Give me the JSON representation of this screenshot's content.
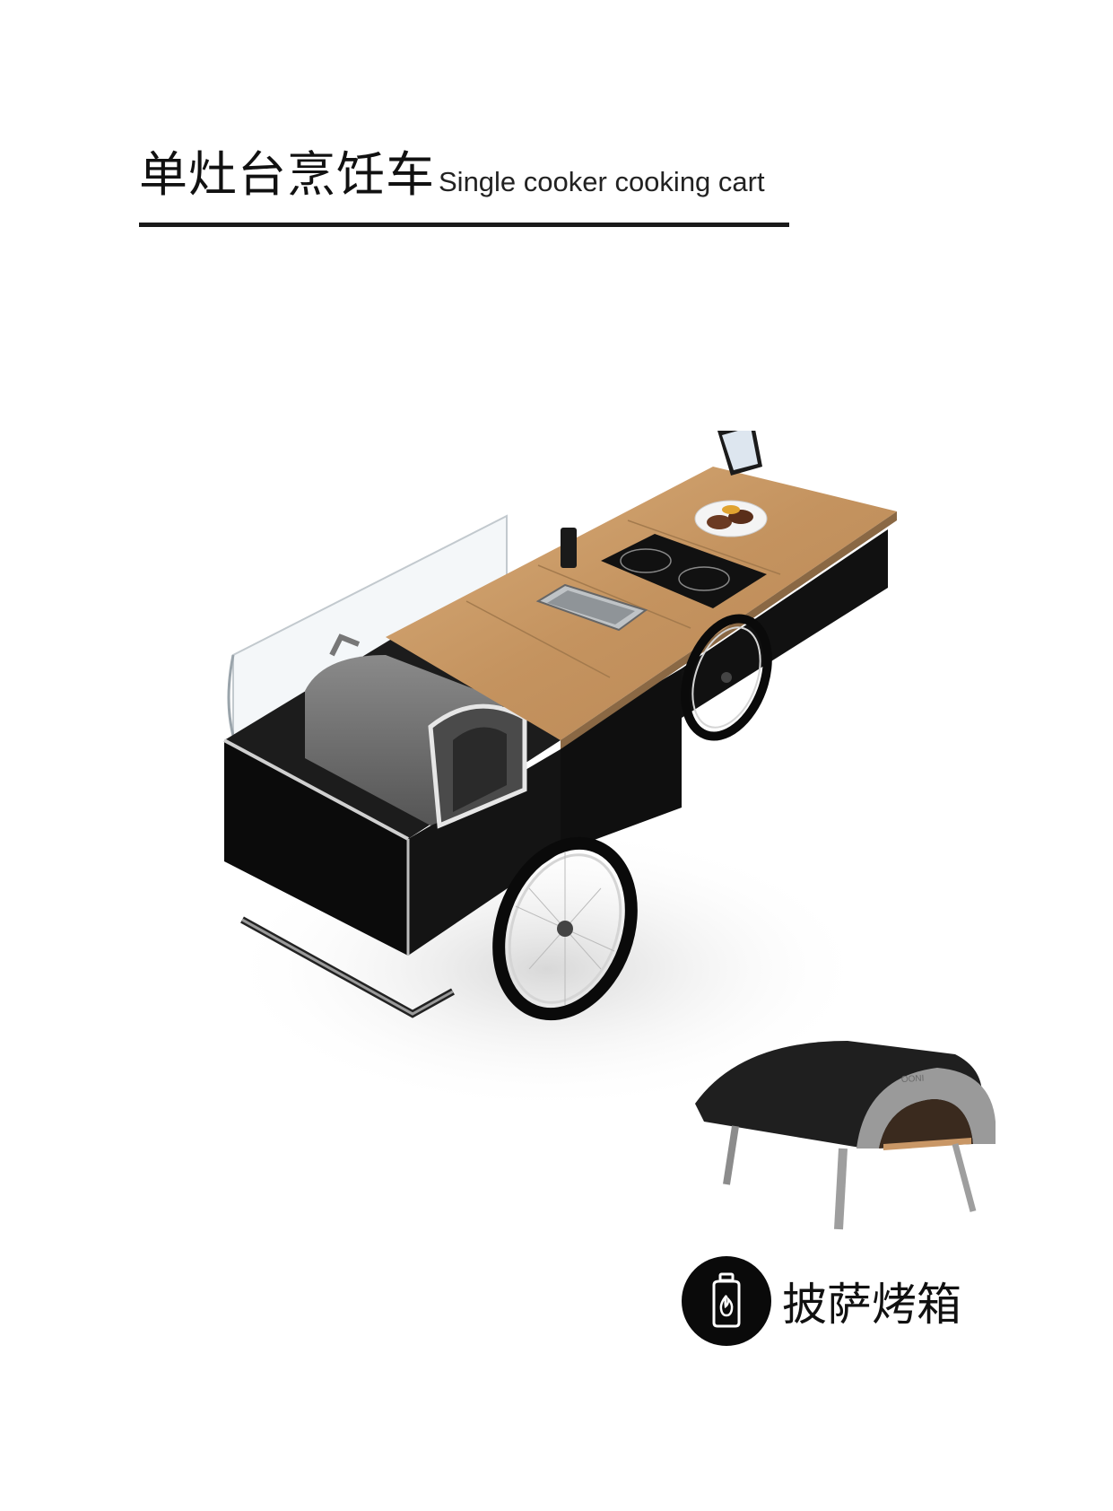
{
  "header": {
    "title_zh": "单灶台烹饪车",
    "title_en": "Single cooker cooking cart"
  },
  "illustrations": {
    "cart": "cooking-cart",
    "oven": "pizza-oven",
    "oven_brand": "OONI"
  },
  "feature": {
    "icon": "gas-cylinder-icon",
    "label": "披萨烤箱"
  },
  "colors": {
    "text": "#111111",
    "rule": "#1a1a1a",
    "cart_body": "#0b0b0b",
    "countertop": "#c99a66",
    "badge": "#0a0a0a"
  }
}
